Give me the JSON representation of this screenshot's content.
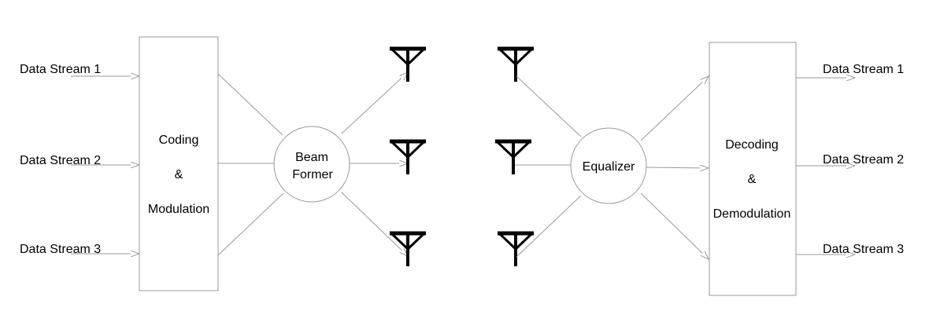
{
  "inputs": [
    "Data Stream 1",
    "Data Stream 2",
    "Data Stream 3"
  ],
  "outputs": [
    "Data Stream 1",
    "Data Stream 2",
    "Data Stream 3"
  ],
  "encoder": {
    "line1": "Coding",
    "line2": "&",
    "line3": "Modulation"
  },
  "beamformer": {
    "line1": "Beam",
    "line2": "Former"
  },
  "equalizer": {
    "label": "Equalizer"
  },
  "decoder": {
    "line1": "Decoding",
    "line2": "&",
    "line3": "Demodulation"
  },
  "transmit_antennas": 3,
  "receive_antennas": 3
}
